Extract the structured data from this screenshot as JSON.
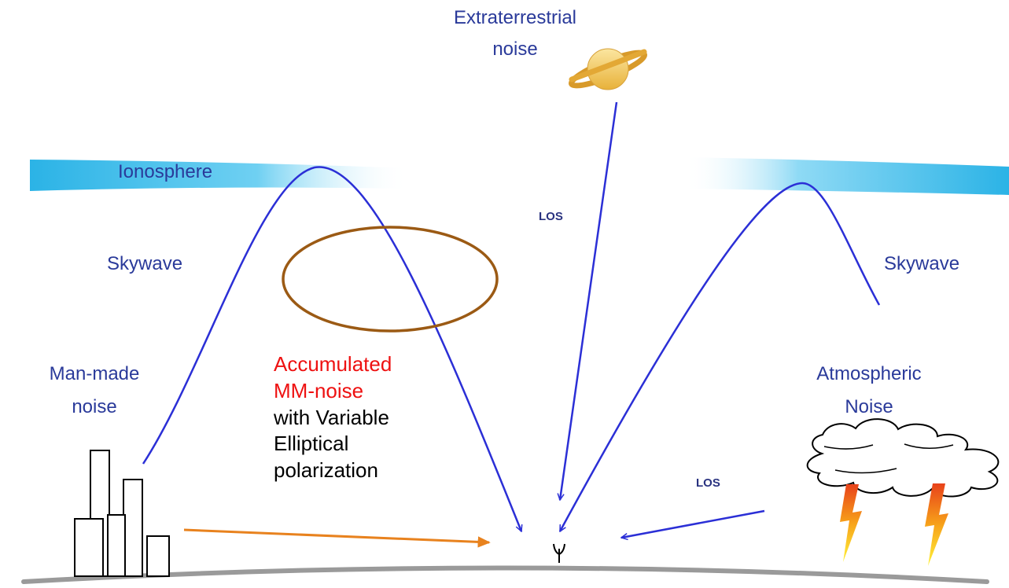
{
  "labels": {
    "extraterrestrial": [
      "Extraterrestrial",
      "noise"
    ],
    "ionosphere": "Ionosphere",
    "skywave_left": "Skywave",
    "skywave_right": "Skywave",
    "man_made": [
      "Man-made",
      "noise"
    ],
    "atmospheric": [
      "Atmospheric",
      "Noise"
    ],
    "los_top": "LOS",
    "los_bottom": "LOS"
  },
  "annotation": {
    "red_lines": [
      "Accumulated",
      "MM-noise"
    ],
    "black_lines": [
      "with Variable",
      "Elliptical",
      "polarization"
    ]
  },
  "colors": {
    "wave": "#2b2fd6",
    "ionosphere": "#2bb3e6",
    "ellipse": "#9b5a14",
    "orange_arrow": "#e8821e",
    "ground": "#9a9a9a",
    "red_text": "#ee1111"
  }
}
